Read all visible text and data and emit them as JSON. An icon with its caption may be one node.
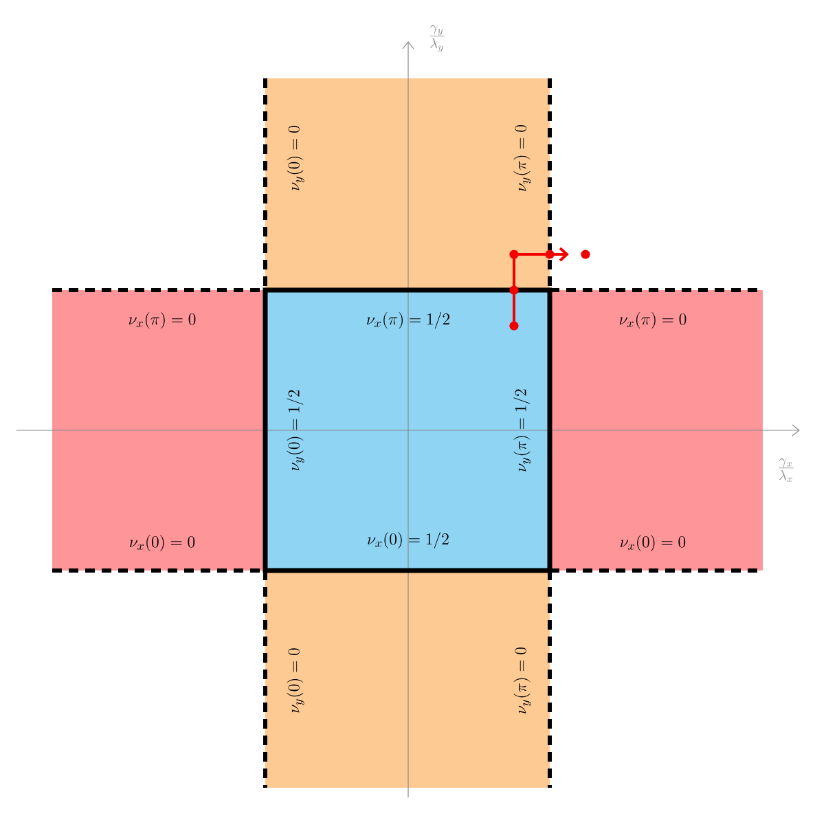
{
  "diagram": {
    "nodes": [
      {
        "text": [
          "\\nu_y(0) = 0",
          "\\nu_y(\\pi) = 0"
        ]
      },
      {
        "text": [
          "\\nu_x(\\pi) = 0",
          "\\nu_x(0) = 0"
        ]
      },
      {
        "text": [
          "\\nu_x(\\pi) = 1/2",
          "\\nu_y(0) = 1/2",
          "\\nu_y(\\pi) = 1/2",
          "\\nu_x(0) = 1/2"
        ]
      },
      {
        "text": [
          "\\nu_x(\\pi) = 0",
          "\\nu_x(0) = 0"
        ]
      },
      {
        "text": [
          "\\nu_y(0) = 0",
          "\\nu_y(\\pi) = 0"
        ]
      }
    ],
    "labels": [
      "\\frac{\\gamma_y}{\\lambda_y}",
      "\\frac{\\gamma_x}{\\lambda_x}"
    ]
  }
}
